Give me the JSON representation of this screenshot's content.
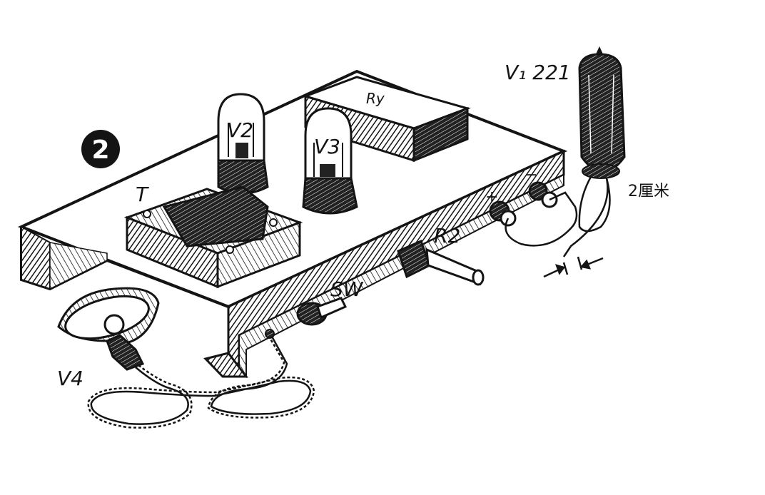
{
  "figure": {
    "number": "2",
    "labels": {
      "v1": "V₁ 221",
      "v2": "V2",
      "v3": "V3",
      "v4": "V4",
      "ry": "Ry",
      "t": "T",
      "r2": "R2",
      "sw": "SW",
      "plus": "+",
      "minus": "−",
      "gap": "2厘米"
    }
  },
  "colors": {
    "ink": "#141414",
    "paper": "#ffffff",
    "shade": "#3a3a3a"
  }
}
